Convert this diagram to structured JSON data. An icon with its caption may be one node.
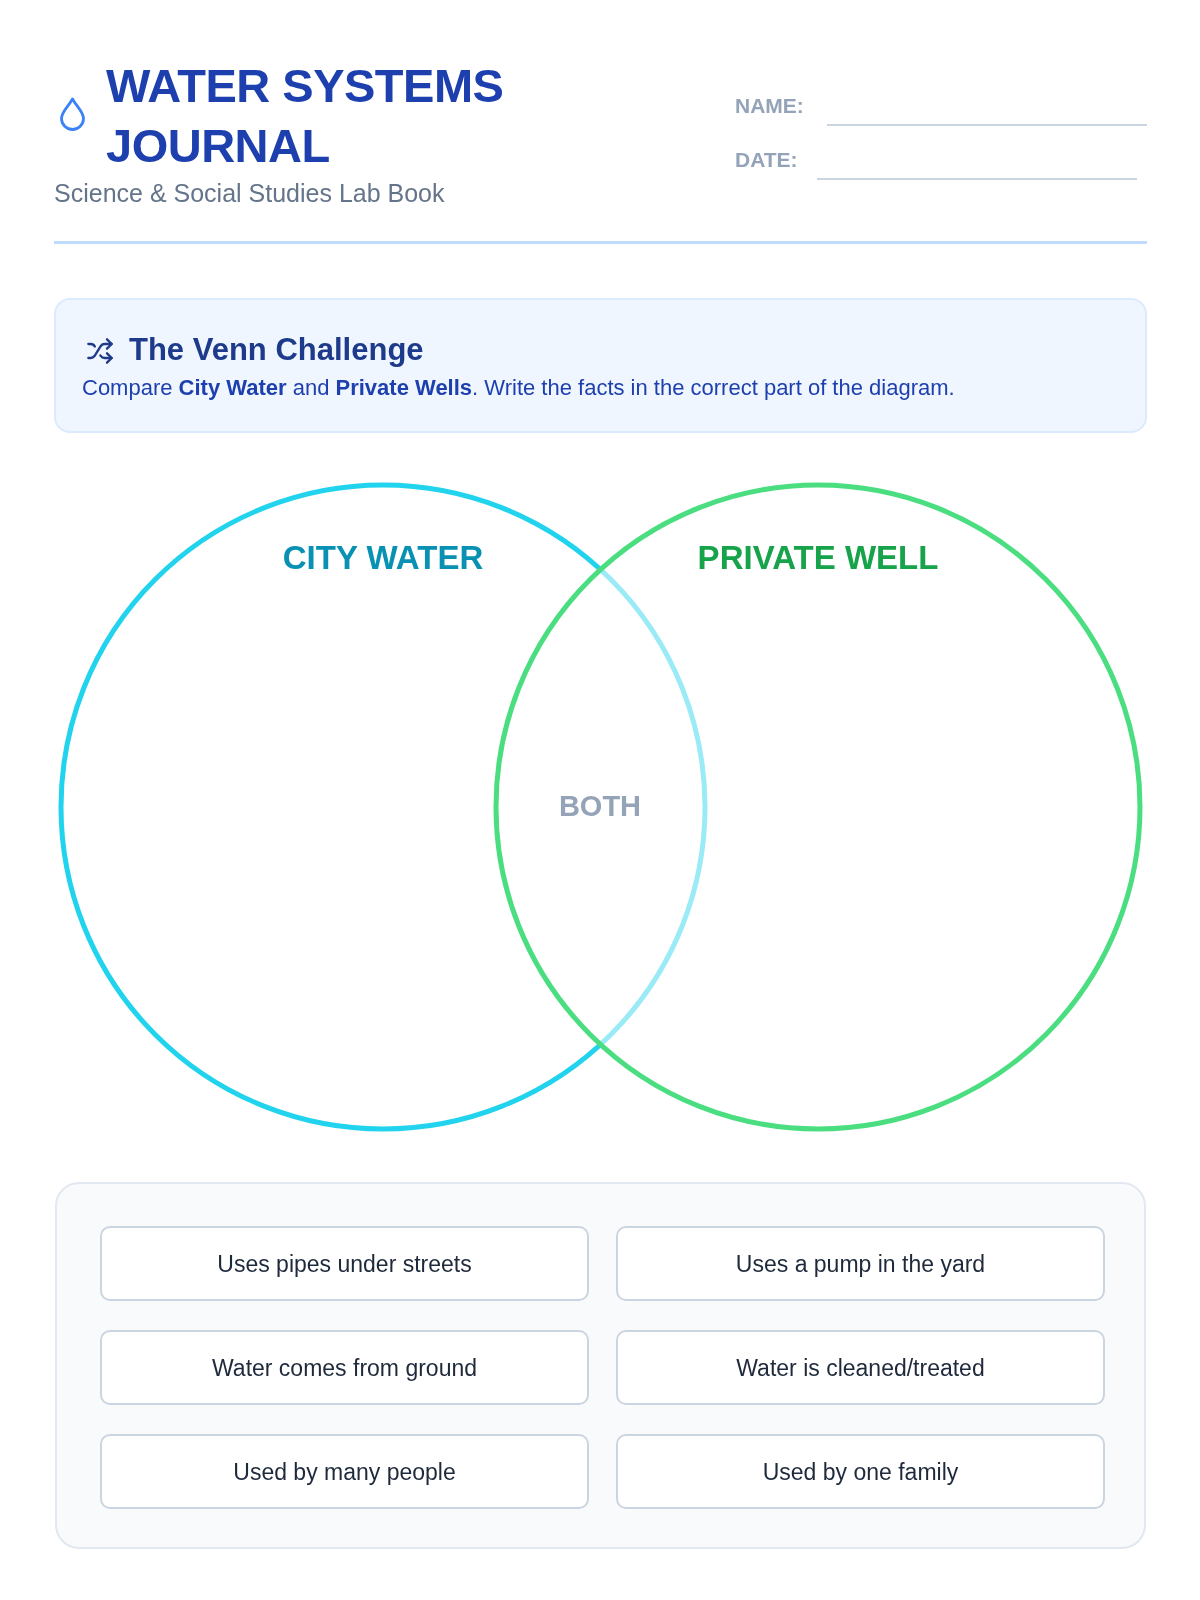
{
  "diagram": {
    "title": "WATER SYSTEMS JOURNAL",
    "nodes": [
      {
        "text": [
          "The Venn Challenge",
          "Compare **City Water** and **Private Wells**. Write the facts in the correct part of the diagram."
        ]
      },
      {
        "text": [
          "CITY WATER"
        ]
      },
      {
        "text": [
          "PRIVATE WELL"
        ]
      },
      {
        "text": [],
        "shape": "box"
      },
      {
        "text": [
          "Uses pipes under streets"
        ],
        "in": 3
      },
      {
        "text": [
          "Uses a pump in the yard"
        ],
        "in": 3
      },
      {
        "text": [
          "Water comes from ground"
        ],
        "in": 3
      },
      {
        "text": [
          "Water is cleaned/treated"
        ],
        "in": 3
      },
      {
        "text": [
          "Used by many people"
        ],
        "in": 3
      },
      {
        "text": [
          "Used by one family"
        ],
        "in": 3
      }
    ],
    "labels": [
      "Science & Social Studies Lab Book",
      "NAME:",
      "DATE:",
      "BOTH"
    ]
  }
}
